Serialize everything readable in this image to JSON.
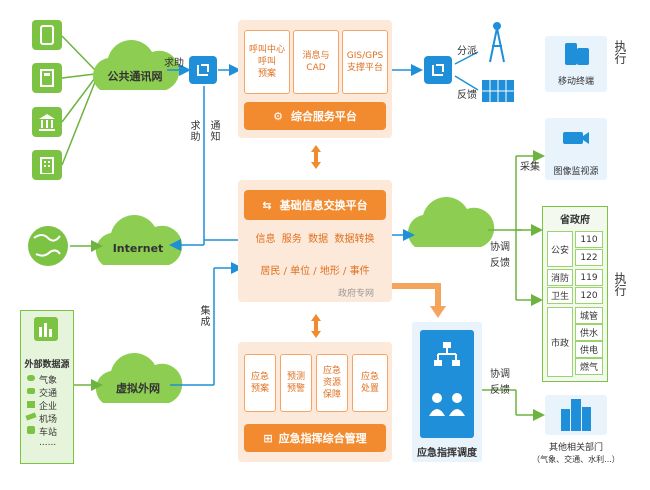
{
  "left": {
    "public_network": "公共通讯网",
    "internet": "Internet",
    "virtual_network": "虚拟外网",
    "external_source": {
      "title": "外部数据源",
      "items": [
        "气象",
        "交通",
        "企业",
        "机场",
        "车站",
        "......"
      ]
    }
  },
  "edge_labels": {
    "qiuzhu": "求助",
    "qiuzhu_v": "求助",
    "tongzhi_v": "通知",
    "jicheng": "集成",
    "paiyuan": "分派",
    "fankui": "反馈",
    "caiji": "采集",
    "xietiao1": "协调",
    "fankui1": "反馈",
    "xietiao2": "协调",
    "fankui2": "反馈",
    "zhixing1": "执行",
    "zhixing2": "执行"
  },
  "service_platform": {
    "modules": [
      "呼叫中心\n呼叫\n预案",
      "消息与\nCAD",
      "GIS/GPS\n支撑平台"
    ],
    "title": "综合服务平台"
  },
  "exchange_platform": {
    "title": "基础信息交换平台",
    "row1": "信息  服务  数据  数据转换",
    "row2": "居民 / 单位 / 地形 / 事件",
    "tag": "政府专网"
  },
  "command_management": {
    "modules": [
      "应急\n预案",
      "预测\n预警",
      "应急\n资源\n保障",
      "应急\n处置"
    ],
    "title": "应急指挥综合管理"
  },
  "dispatch": {
    "title": "应急指挥调度"
  },
  "right": {
    "mobile_terminal": "移动终端",
    "video_source": "图像监视源",
    "gov": {
      "title": "省政府",
      "rows": [
        {
          "dept": "公安",
          "nums": [
            "110",
            "122"
          ]
        },
        {
          "dept": "消防",
          "nums": [
            "119"
          ]
        },
        {
          "dept": "卫生",
          "nums": [
            "120"
          ]
        },
        {
          "dept": "市政",
          "nums": [
            "城管",
            "供水",
            "供电",
            "燃气"
          ]
        }
      ]
    },
    "other_departments": {
      "title": "其他相关部门",
      "subtitle": "（气象、交通、水利...）"
    }
  },
  "colors": {
    "green": "#7cc243",
    "orange": "#f28b30",
    "blue": "#1e8fd8",
    "panel": "#fde9d9"
  }
}
